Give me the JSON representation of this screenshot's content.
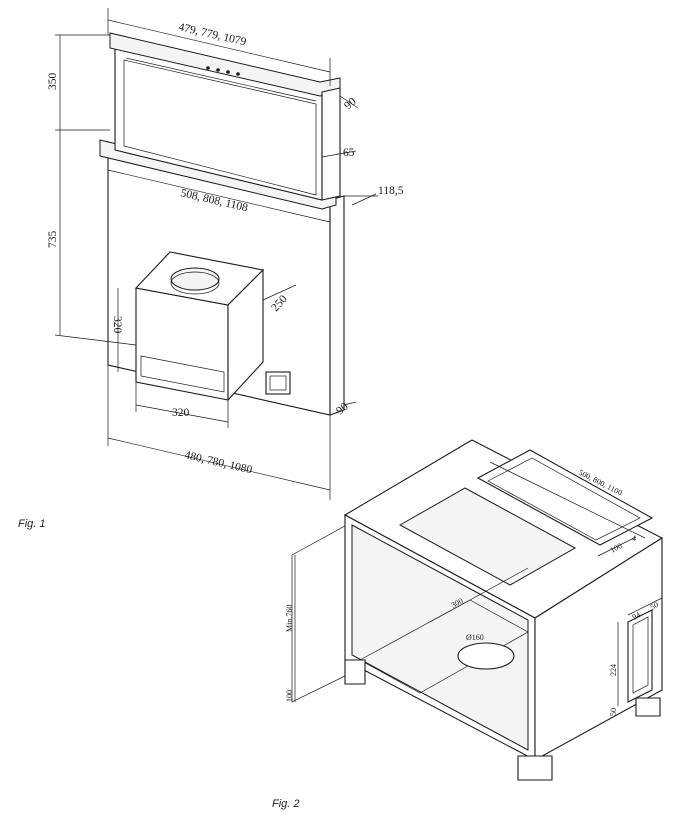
{
  "figure1": {
    "caption": "Fig. 1",
    "dims": {
      "top_width": "479, 779, 1079",
      "height_top": "350",
      "depth_top": "90",
      "thickness": "65",
      "mount_depth": "118,5",
      "cutout_width": "508, 808, 1108",
      "body_height": "735",
      "motor_depth": "250",
      "motor_height": "320",
      "motor_width": "320",
      "base_depth": "90",
      "overall_width": "480, 780, 1080"
    }
  },
  "figure2": {
    "caption": "Fig. 2",
    "dims": {
      "cutout_width": "500, 800, 1100",
      "cutout_depth": "100",
      "cutout_gap": "4",
      "min_height": "Min.760",
      "plinth": "100",
      "shelf_depth": "300",
      "duct_diameter": "Ø160",
      "vent_width": "94",
      "vent_margin": "50",
      "vent_height": "224",
      "vent_bottom": "50"
    }
  }
}
